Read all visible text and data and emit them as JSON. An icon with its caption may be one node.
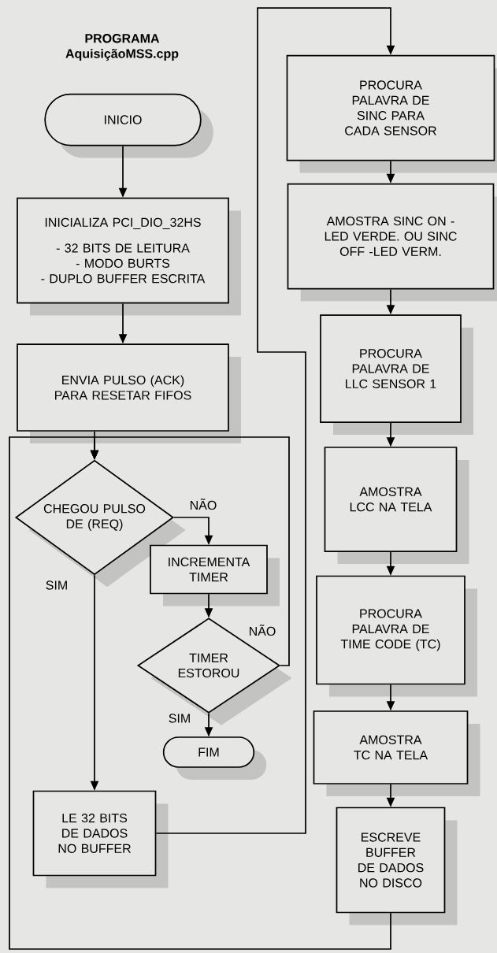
{
  "diagram": {
    "title": "PROGRAMA AquisiçãoMSS.cpp",
    "nodes": [
      {
        "text": [
          "INICIO"
        ]
      },
      {
        "text": [
          "INICIALIZA PCI_DIO_32HS",
          "- 32 BITS DE LEITURA",
          "- MODO BURTS",
          "- DUPLO BUFFER ESCRITA"
        ]
      },
      {
        "text": [
          "ENVIA PULSO (ACK) PARA RESETAR FIFOS"
        ]
      },
      {
        "text": [
          "CHEGOU PULSO DE (REQ)"
        ]
      },
      {
        "text": [
          "INCREMENTA TIMER"
        ]
      },
      {
        "text": [
          "TIMER ESTOROU"
        ]
      },
      {
        "text": [
          "FIM"
        ]
      },
      {
        "text": [
          "LE 32 BITS DE DADOS NO BUFFER"
        ]
      },
      {
        "text": [
          "PROCURA PALAVRA DE SINC PARA CADA SENSOR"
        ]
      },
      {
        "text": [
          "AMOSTRA SINC ON -LED VERDE. OU SINC OFF -LED VERM."
        ]
      },
      {
        "text": [
          "PROCURA PALAVRA DE LLC SENSOR 1"
        ]
      },
      {
        "text": [
          "AMOSTRA LCC NA TELA"
        ]
      },
      {
        "text": [
          "PROCURA PALAVRA DE TIME CODE (TC)"
        ]
      },
      {
        "text": [
          "AMOSTRA TC NA TELA"
        ]
      },
      {
        "text": [
          "ESCREVE BUFFER DE DADOS NO DISCO"
        ]
      }
    ],
    "edges": [
      {
        "from": 0,
        "to": 1,
        "arrow": "to"
      },
      {
        "from": 1,
        "to": 2,
        "arrow": "to"
      },
      {
        "from": 2,
        "to": 3,
        "arrow": "to"
      },
      {
        "from": 3,
        "to": 4,
        "arrow": "to",
        "label": "NÃO"
      },
      {
        "from": 4,
        "to": 5,
        "arrow": "to"
      },
      {
        "from": 5,
        "to": 3,
        "arrow": "to",
        "label": "NÃO"
      },
      {
        "from": 5,
        "to": 6,
        "arrow": "to",
        "label": "SIM"
      },
      {
        "from": 3,
        "to": 7,
        "arrow": "to",
        "label": "SIM"
      },
      {
        "from": 7,
        "to": 8,
        "arrow": "to"
      },
      {
        "from": 8,
        "to": 9,
        "arrow": "to"
      },
      {
        "from": 9,
        "to": 10,
        "arrow": "to"
      },
      {
        "from": 10,
        "to": 11,
        "arrow": "to"
      },
      {
        "from": 11,
        "to": 12,
        "arrow": "to"
      },
      {
        "from": 12,
        "to": 13,
        "arrow": "to"
      },
      {
        "from": 13,
        "to": 14,
        "arrow": "to"
      },
      {
        "from": 14,
        "to": 3,
        "arrow": "to"
      }
    ]
  }
}
